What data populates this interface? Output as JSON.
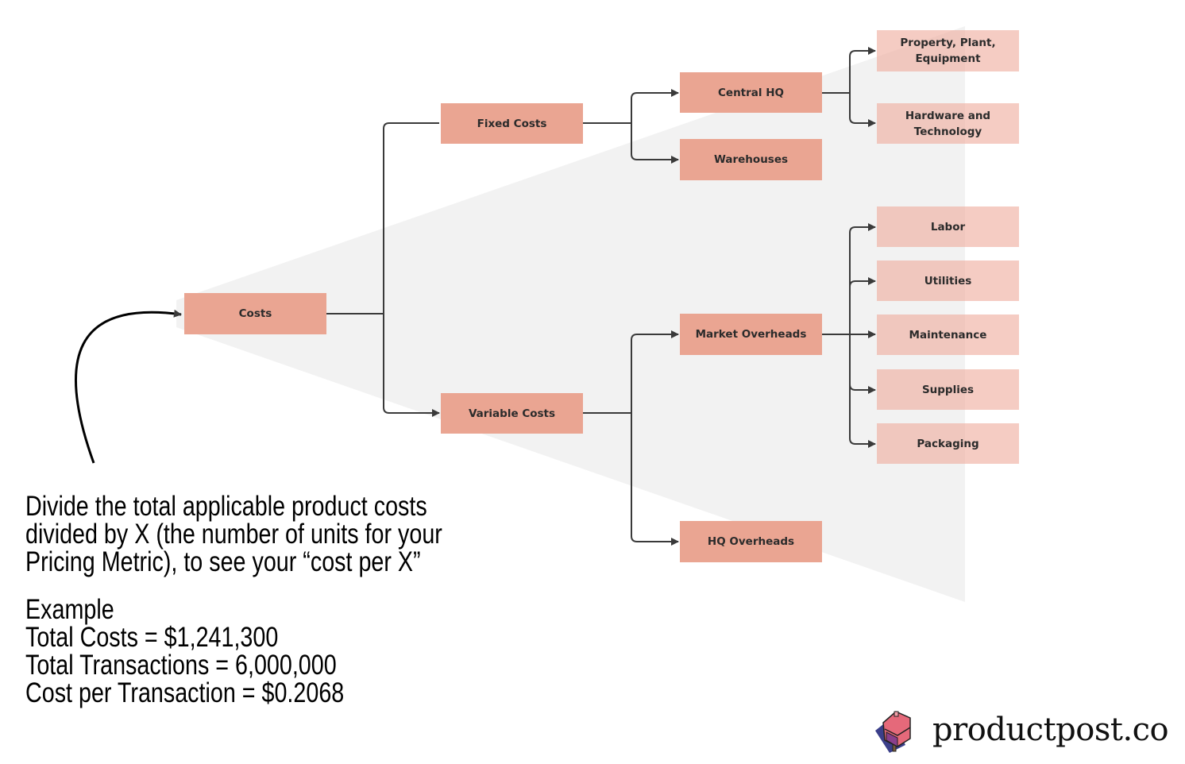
{
  "diagram": {
    "root": "Costs",
    "level1": {
      "fixed": "Fixed Costs",
      "variable": "Variable Costs"
    },
    "level2": {
      "central_hq": "Central HQ",
      "warehouses": "Warehouses",
      "market_overheads": "Market Overheads",
      "hq_overheads": "HQ Overheads"
    },
    "central_hq_children": [
      "Property, Plant, Equipment",
      "Hardware and Technology"
    ],
    "market_overheads_children": [
      "Labor",
      "Utilities",
      "Maintenance",
      "Supplies",
      "Packaging"
    ],
    "colors": {
      "node": "#eaa592",
      "leaf": "#f2c6bc",
      "wedge": "#f2f2f2",
      "connector": "#3a3a3a"
    }
  },
  "explanation": {
    "lines": [
      "Divide the total applicable product costs",
      "divided by X (the number of units for your",
      "Pricing Metric), to see your “cost per X”"
    ],
    "example_heading": "Example",
    "example_lines": [
      "Total Costs = $1,241,300",
      "Total Transactions = 6,000,000",
      "Cost per Transaction = $0.2068"
    ]
  },
  "brand": {
    "name": "productpost.co",
    "icon": "mailbox-icon"
  }
}
